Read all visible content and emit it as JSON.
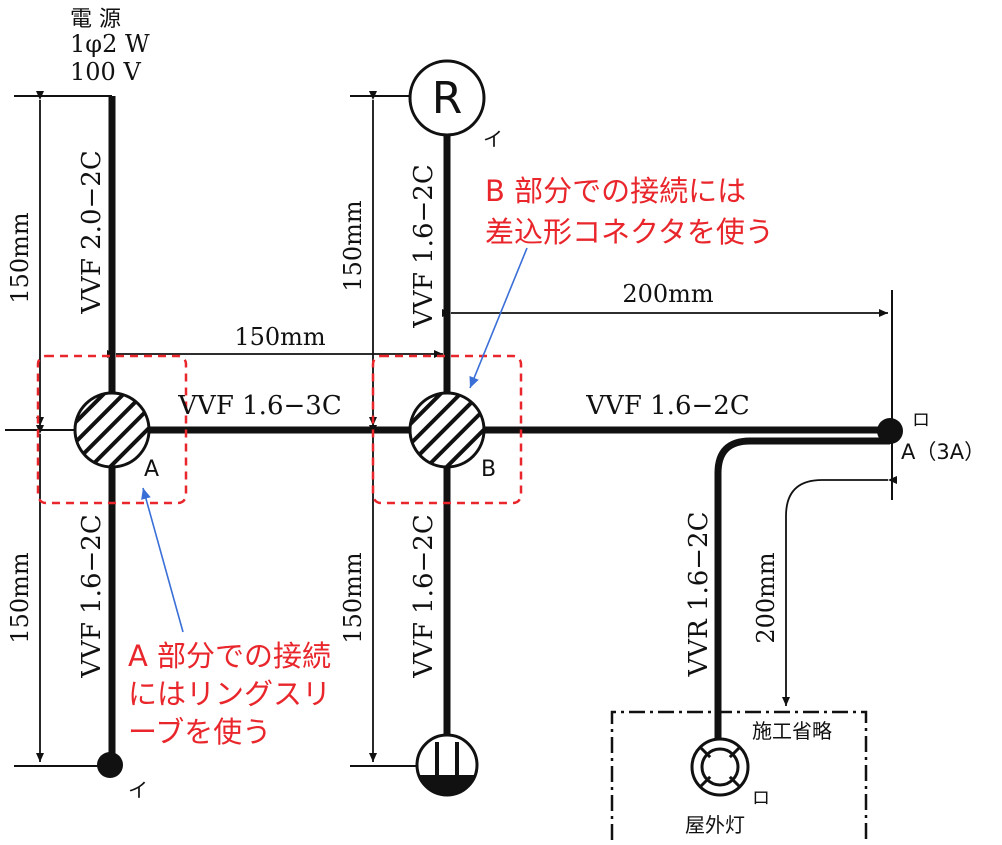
{
  "colors": {
    "wire": "#111111",
    "annotation": "#e8262b",
    "leader": "#3a6fd8",
    "highlight_box": "#e8262b"
  },
  "power_source": {
    "title": "電 源",
    "phase": "1φ2 W",
    "voltage": "100 V"
  },
  "receptacle_symbol": "R",
  "switch_labels": {
    "i_top": "イ",
    "i_bottom_left": "イ"
  },
  "light": {
    "label_ro": "ロ",
    "rating": "A（3A）",
    "outdoor_ro": "ロ",
    "outdoor_name": "屋外灯",
    "omitted": "施工省略"
  },
  "junctions": {
    "a": "A",
    "b": "B"
  },
  "cables": {
    "left_top": "VVF 2.0−2C",
    "left_bottom": "VVF 1.6−2C",
    "a_to_b": "VVF 1.6−3C",
    "mid_top": "VVF 1.6−2C",
    "mid_bottom": "VVF 1.6−2C",
    "b_to_light": "VVF 1.6−2C",
    "outdoor": "VVR 1.6−2C"
  },
  "dimensions": {
    "left_top": "150mm",
    "left_bottom": "150mm",
    "a_to_b": "150mm",
    "mid_top": "150mm",
    "mid_bottom": "150mm",
    "b_to_light": "200mm",
    "outdoor": "200mm"
  },
  "notes": {
    "a_line1": "A 部分での接続",
    "a_line2": "にはリングスリ",
    "a_line3": "ーブを使う",
    "b_line1": "B 部分での接続には",
    "b_line2": "差込形コネクタを使う"
  }
}
